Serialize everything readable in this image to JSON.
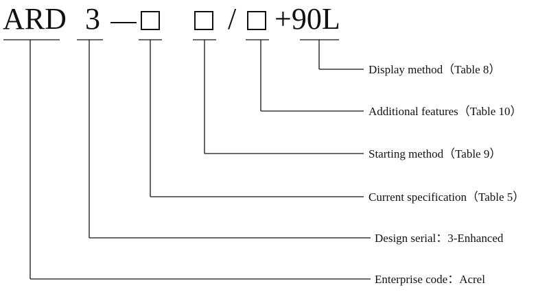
{
  "code": {
    "prefix": "ARD",
    "series": "3",
    "slash": "/",
    "suffix": "+90L"
  },
  "fields": [
    {
      "label": "Display method（Table 8）"
    },
    {
      "label": "Additional features（Table 10）"
    },
    {
      "label": "Starting method（Table 9）"
    },
    {
      "label": "Current specification（Table 5）"
    },
    {
      "label": "Design serial：3-Enhanced"
    },
    {
      "label": "Enterprise code：Acrel"
    }
  ]
}
